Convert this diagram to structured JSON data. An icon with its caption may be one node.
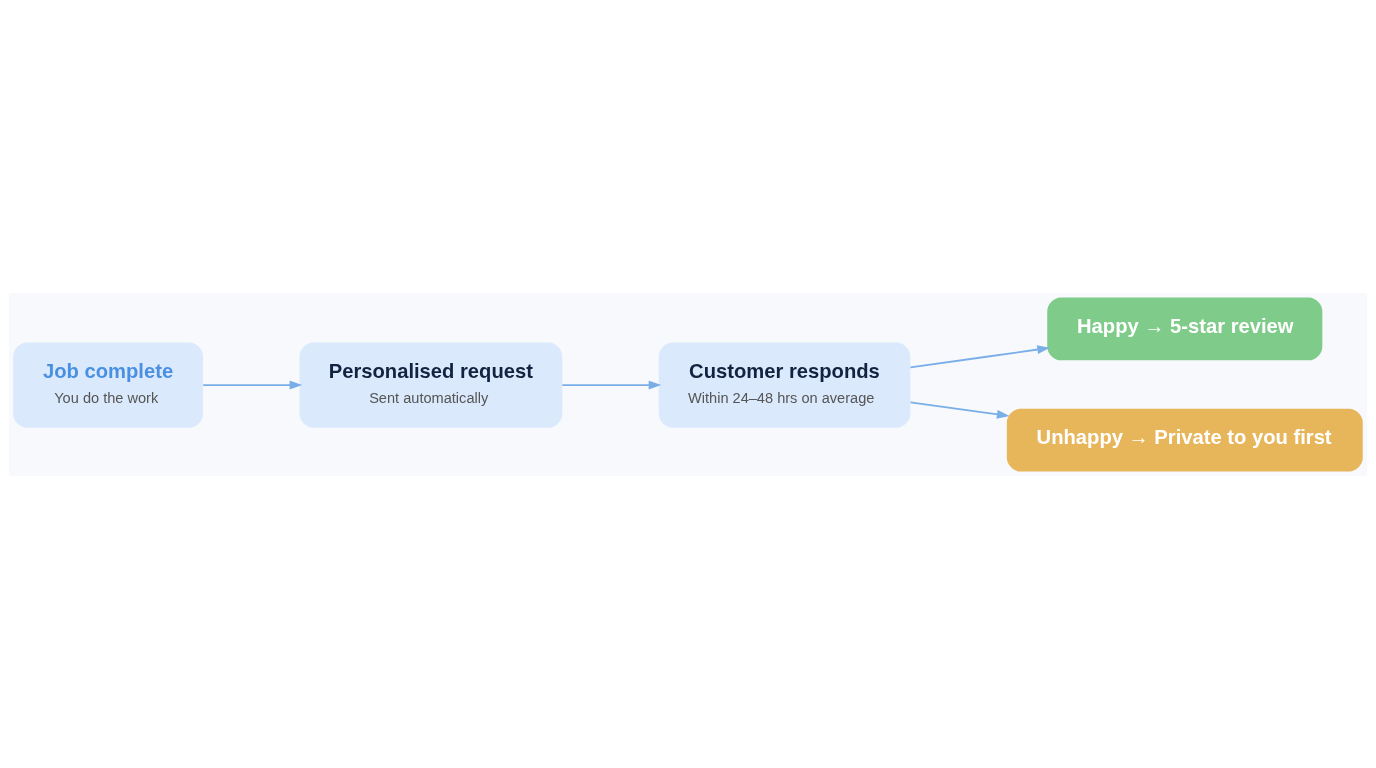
{
  "diagram": {
    "nodes": [
      {
        "text": [
          "Job complete",
          "You do the work"
        ]
      },
      {
        "text": [
          "Personalised request",
          "Sent automatically"
        ]
      },
      {
        "text": [
          "Customer responds",
          "Within 24–48 hrs on average"
        ]
      },
      {
        "text": [
          "Happy → 5-star review"
        ]
      },
      {
        "text": [
          "Unhappy → Private to you first"
        ]
      }
    ],
    "edges": [
      {
        "from": 0,
        "to": 1,
        "arrow": "to"
      },
      {
        "from": 1,
        "to": 2,
        "arrow": "to"
      },
      {
        "from": 2,
        "to": 3,
        "arrow": "to"
      },
      {
        "from": 2,
        "to": 4,
        "arrow": "to"
      }
    ]
  }
}
